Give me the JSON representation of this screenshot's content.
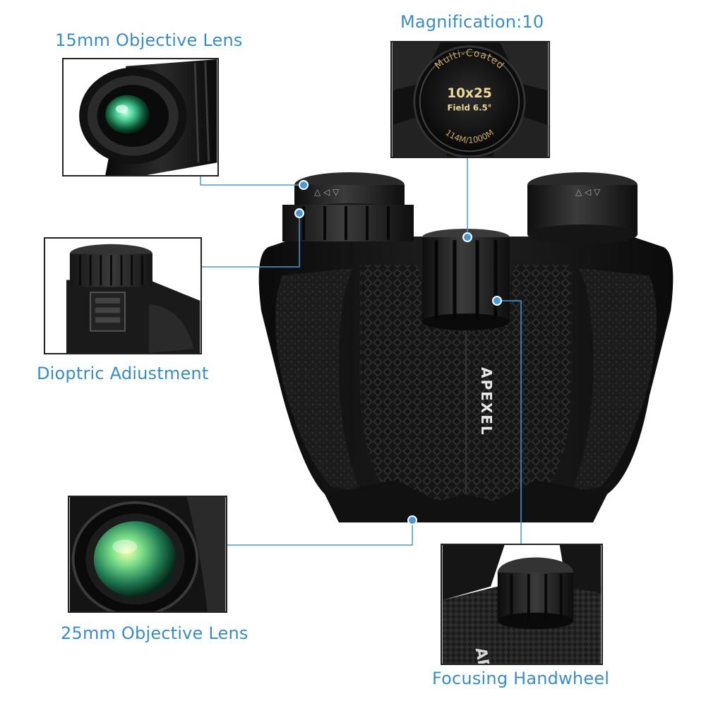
{
  "callouts": {
    "objective_15": "15mm Objective Lens",
    "magnification": "Magnification:10",
    "dioptric": "Dioptric Adiustment",
    "objective_25": "25mm Objective Lens",
    "focusing": "Focusing Handwheel"
  },
  "eyepiece_badge": {
    "arc_text": "Multi-Coated",
    "model": "10x25",
    "field": "Field 6.5°",
    "fov": "114M/1000M"
  },
  "brand": "APEXEL",
  "inset_brand_fragment": "AP",
  "colors": {
    "label_blue": "#3a8cc4",
    "line_blue": "#4a9ad4",
    "body_black": "#1a1a1a",
    "lens_green": "#4fd39a"
  }
}
